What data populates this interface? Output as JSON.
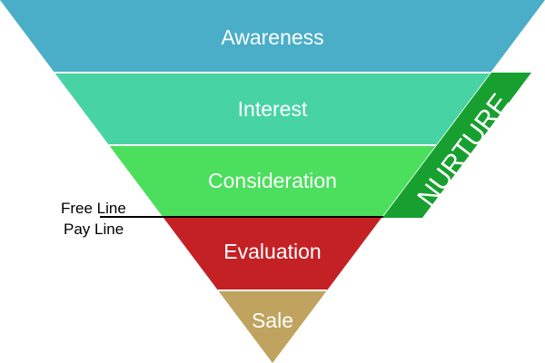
{
  "funnel": {
    "stages": [
      {
        "label": "Awareness",
        "color": "#4aaec8"
      },
      {
        "label": "Interest",
        "color": "#48d3a5"
      },
      {
        "label": "Consideration",
        "color": "#4bdf5d"
      },
      {
        "label": "Evaluation",
        "color": "#c42125"
      },
      {
        "label": "Sale",
        "color": "#bfa35f"
      }
    ]
  },
  "nurture": {
    "label": "NURTURE",
    "color": "#17a02f"
  },
  "divider": {
    "free_label": "Free Line",
    "pay_label": "Pay Line",
    "color": "#000000"
  },
  "colors": {
    "separator": "#ffffff",
    "background": "#ffffff"
  }
}
